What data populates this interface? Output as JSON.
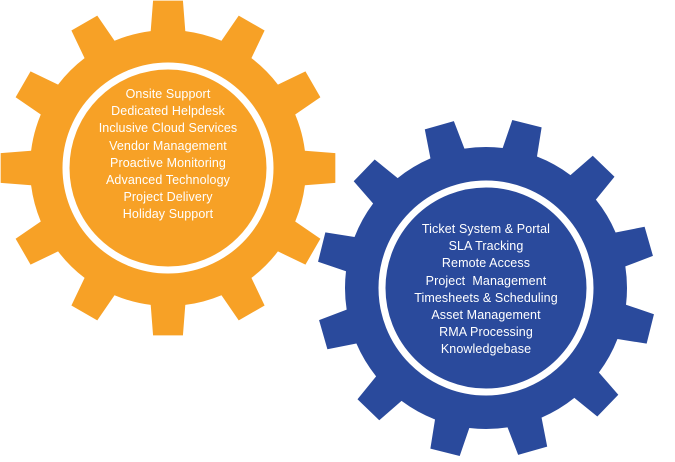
{
  "gears": [
    {
      "id": "orange",
      "color": "#F7A126",
      "ring_color": "#ffffff",
      "items": [
        "Onsite Support",
        "Dedicated Helpdesk",
        "Inclusive Cloud Services",
        "Vendor Management",
        "Proactive Monitoring",
        "Advanced Technology",
        "Project Delivery",
        "Holiday Support"
      ]
    },
    {
      "id": "blue",
      "color": "#2A4A9C",
      "ring_color": "#ffffff",
      "items": [
        "Ticket System & Portal",
        "SLA Tracking",
        "Remote Access",
        "Project  Management",
        "Timesheets & Scheduling",
        "Asset Management",
        "RMA Processing",
        "Knowledgebase"
      ]
    }
  ]
}
